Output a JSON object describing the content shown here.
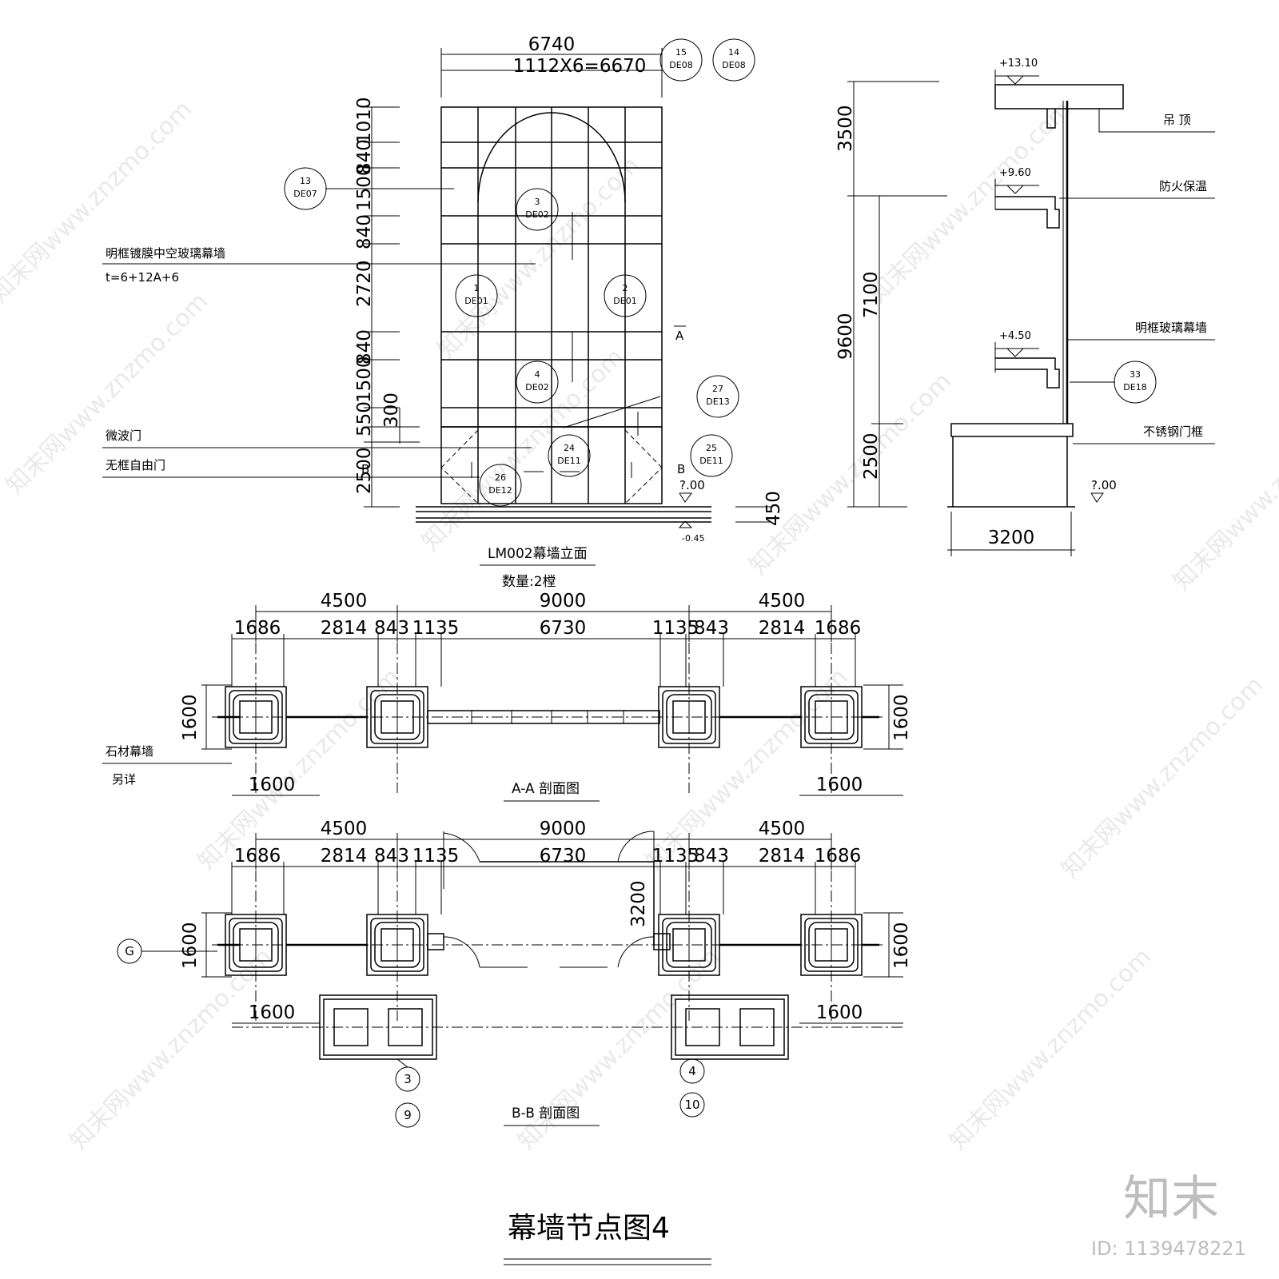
{
  "elevation": {
    "title": "LM002幕墙立面",
    "quantity": "数量:2樘",
    "dim_total": "6740",
    "dim_module": "1112X6=6670",
    "left_dims": [
      "1010",
      "840",
      "1500",
      "840",
      "2720",
      "840",
      "1500",
      "550",
      "2500"
    ],
    "dim_300": "300",
    "dim_450": "450",
    "level_000": "?.00",
    "level_neg045": "-0.45",
    "section_a": "A",
    "section_b": "B",
    "labels": {
      "glass_wall": "明框镀膜中空玻璃幕墙",
      "glass_spec": "t=6+12A+6",
      "microwave_door": "微波门",
      "frameless_door": "无框自由门"
    },
    "callouts": [
      {
        "n": "15",
        "ref": "DE08"
      },
      {
        "n": "14",
        "ref": "DE08"
      },
      {
        "n": "13",
        "ref": "DE07"
      },
      {
        "n": "3",
        "ref": "DE02"
      },
      {
        "n": "1",
        "ref": "DE01"
      },
      {
        "n": "2",
        "ref": "DE01"
      },
      {
        "n": "4",
        "ref": "DE02"
      },
      {
        "n": "27",
        "ref": "DE13"
      },
      {
        "n": "24",
        "ref": "DE11"
      },
      {
        "n": "25",
        "ref": "DE11"
      },
      {
        "n": "26",
        "ref": "DE12"
      }
    ]
  },
  "section": {
    "levels": [
      "+13.10",
      "+9.60",
      "+4.50",
      "?.00"
    ],
    "dims": [
      "3500",
      "9600",
      "7100",
      "2500"
    ],
    "width": "3200",
    "labels": {
      "ceiling": "吊  顶",
      "fire_insulation": "防火保温",
      "glass_wall": "明框玻璃幕墙",
      "steel_frame": "不锈钢门框"
    },
    "callout": {
      "n": "33",
      "ref": "DE18"
    }
  },
  "plan_a": {
    "title": "A-A 剖面图",
    "top_dims": [
      "4500",
      "9000",
      "4500"
    ],
    "sub_dims": [
      "1686",
      "2814",
      "843",
      "1135",
      "6730",
      "1135",
      "843",
      "2814",
      "1686"
    ],
    "side_dims": [
      "1600",
      "1600",
      "1600",
      "1600"
    ],
    "labels": {
      "stone_wall": "石材幕墙",
      "see_other": "另详"
    }
  },
  "plan_b": {
    "title": "B-B 剖面图",
    "top_dims": [
      "4500",
      "9000",
      "4500"
    ],
    "sub_dims": [
      "1686",
      "2814",
      "843",
      "1135",
      "6730",
      "1135",
      "843",
      "2814",
      "1686"
    ],
    "side_dims": [
      "1600",
      "1600",
      "1600",
      "1600"
    ],
    "dim_3200": "3200",
    "axes": [
      "G",
      "3",
      "9",
      "4",
      "10"
    ]
  },
  "footer": {
    "title": "幕墙节点图4",
    "brand": "知末",
    "id": "ID: 1139478221"
  },
  "watermark": "知末网www.znzmo.com"
}
